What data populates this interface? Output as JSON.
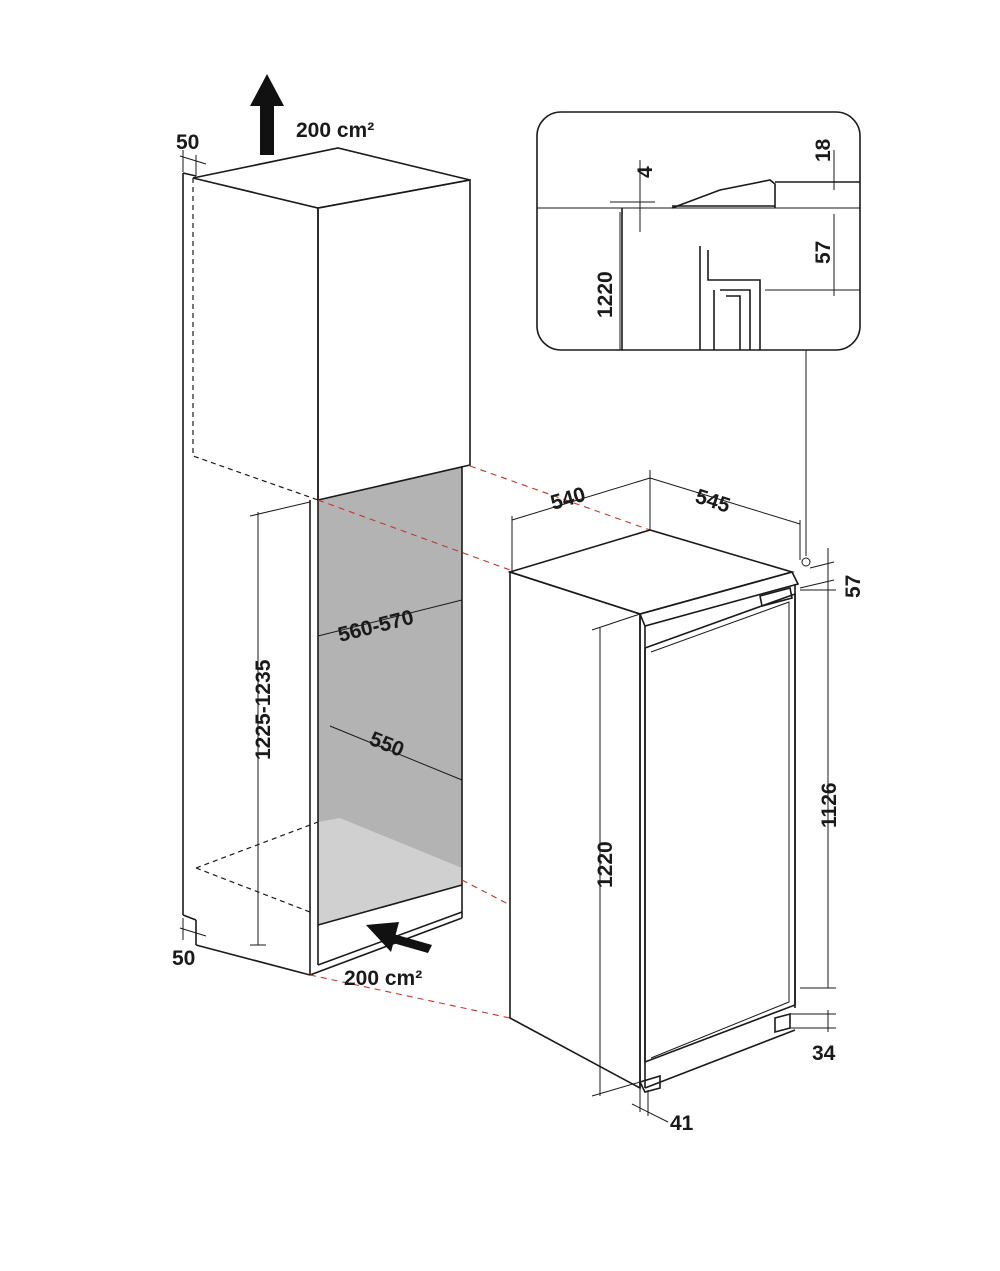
{
  "labels": {
    "vent_top_area": "200 cm²",
    "vent_bottom_area": "200 cm²",
    "gap_top": "50",
    "gap_bottom": "50",
    "niche_height": "1225-1235",
    "niche_width": "560-570",
    "niche_depth": "550",
    "appliance_width": "540",
    "appliance_depth": "545",
    "top_offset": "57",
    "door_height": "1126",
    "appliance_height": "1220",
    "bottom_gap": "34",
    "front_offset": "41",
    "detail_4": "4",
    "detail_18": "18",
    "detail_57": "57",
    "detail_1220": "1220"
  },
  "colors": {
    "niche_back": "#b3b3b3",
    "niche_floor": "#cfcfcf",
    "ventilation_guides": "#c0392b",
    "lines": "#1a1a1a"
  }
}
